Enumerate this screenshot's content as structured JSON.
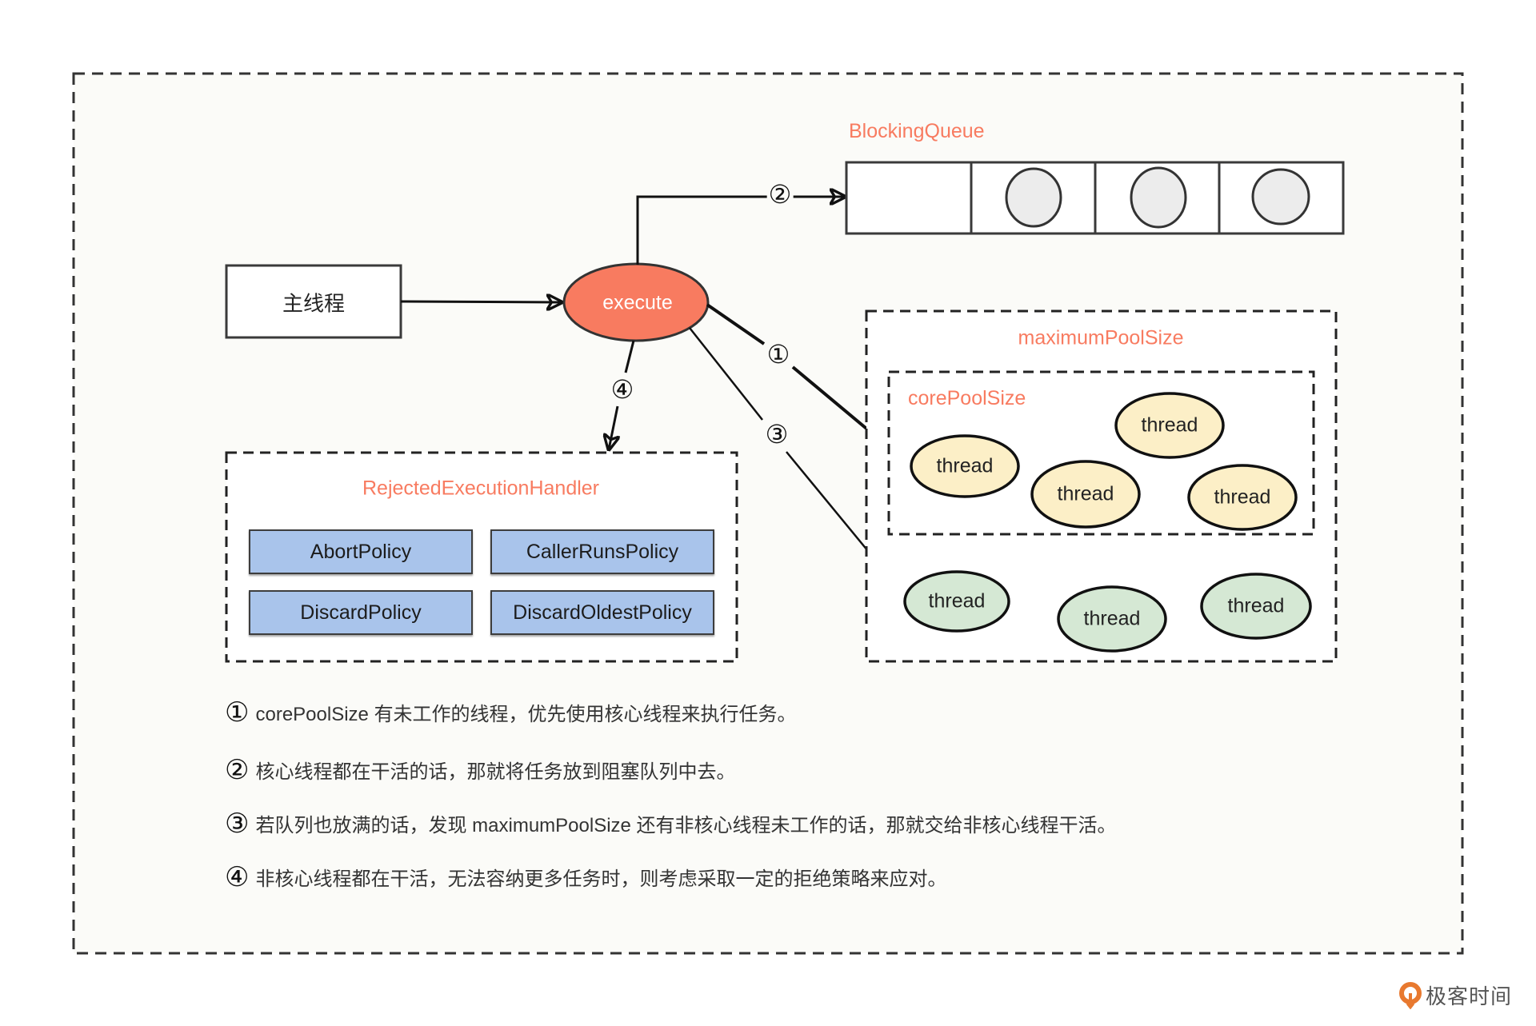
{
  "diagram": {
    "main_thread": "主线程",
    "execute": "execute",
    "blocking_queue": {
      "label": "BlockingQueue",
      "cells": 4,
      "filled_cells": 3
    },
    "steps": {
      "s1": "①",
      "s2": "②",
      "s3": "③",
      "s4": "④"
    },
    "rejected_handler": {
      "label": "RejectedExecutionHandler",
      "policies": [
        "AbortPolicy",
        "CallerRunsPolicy",
        "DiscardPolicy",
        "DiscardOldestPolicy"
      ]
    },
    "maximum_pool": {
      "label": "maximumPoolSize",
      "non_core_threads": [
        "thread",
        "thread",
        "thread"
      ]
    },
    "core_pool": {
      "label": "corePoolSize",
      "threads": [
        "thread",
        "thread",
        "thread",
        "thread"
      ]
    }
  },
  "descriptions": [
    {
      "num": "①",
      "text": "corePoolSize 有未工作的线程，优先使用核心线程来执行任务。"
    },
    {
      "num": "②",
      "text": "核心线程都在干活的话，那就将任务放到阻塞队列中去。"
    },
    {
      "num": "③",
      "text": "若队列也放满的话，发现 maximumPoolSize 还有非核心线程未工作的话，那就交给非核心线程干活。"
    },
    {
      "num": "④",
      "text": "非核心线程都在干活，无法容纳更多任务时，则考虑采取一定的拒绝策略来应对。"
    }
  ],
  "watermark": {
    "text": "极客时间",
    "icon": "geektime-logo-icon"
  },
  "colors": {
    "accent": "#f87b60",
    "execute_fill": "#f87b60",
    "core_thread_fill": "#fcefc7",
    "non_core_thread_fill": "#d5e8d4",
    "policy_fill": "#a9c4eb",
    "queue_item_fill": "#ececec",
    "logo": "#e8792f"
  }
}
